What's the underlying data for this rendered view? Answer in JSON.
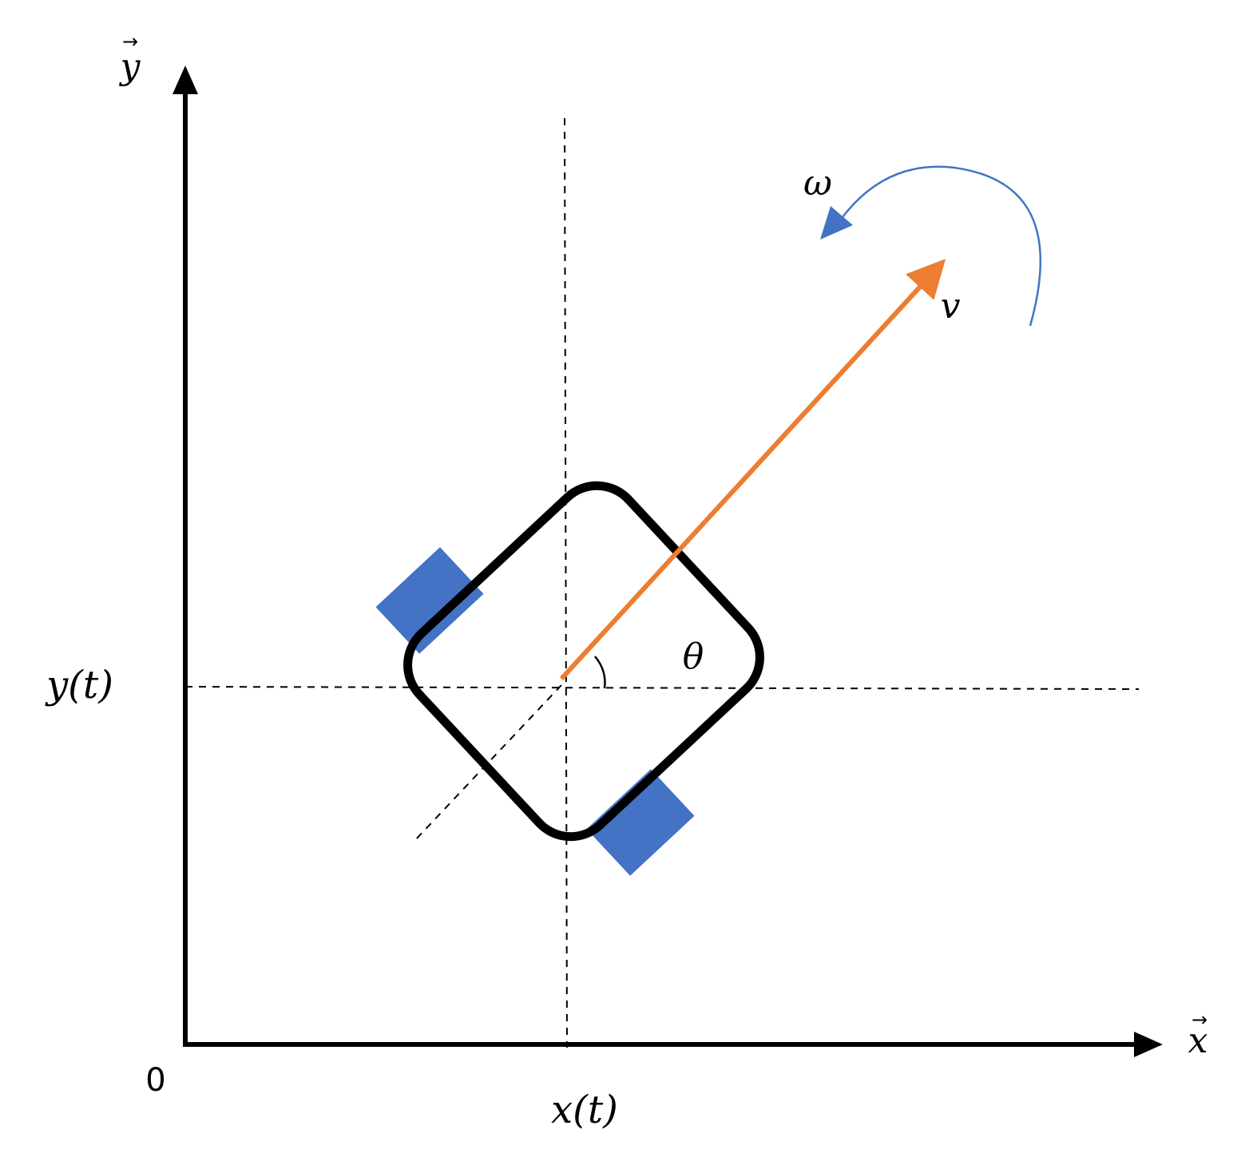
{
  "labels": {
    "y_axis": "y",
    "x_axis": "x",
    "vector_mark": "→",
    "origin": "0",
    "y_t": "y(t)",
    "x_t": "x(t)",
    "theta": "θ",
    "velocity": "v",
    "omega": "ω"
  },
  "colors": {
    "axes": "#000000",
    "robot_body": "#000000",
    "wheels": "#4472C4",
    "velocity_arrow": "#ED7D31",
    "omega_arrow": "#4472C4"
  }
}
